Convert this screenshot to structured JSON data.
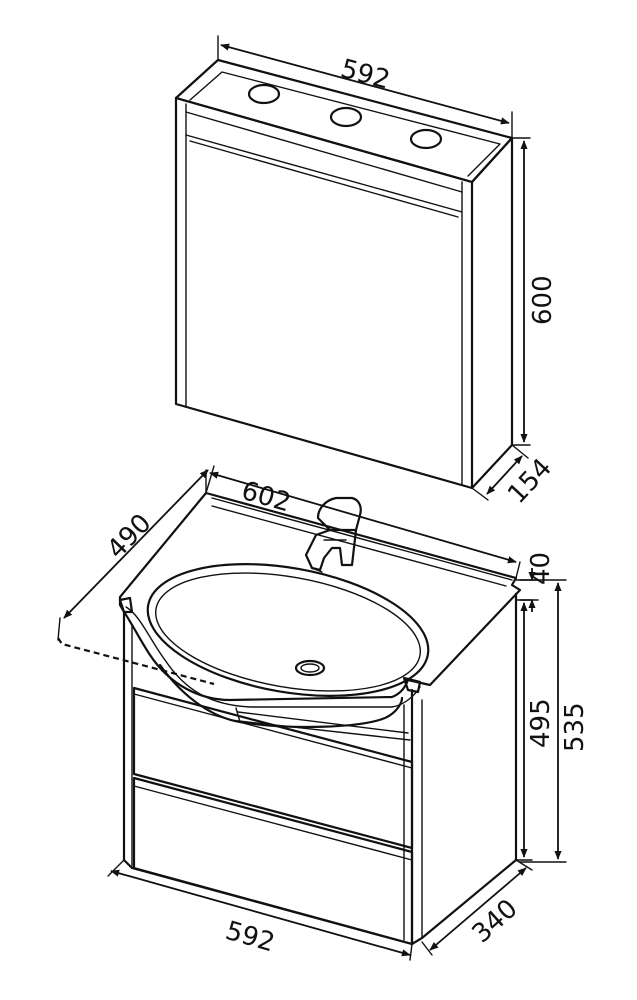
{
  "diagram": {
    "dimensions": {
      "cabinet_width": "592",
      "cabinet_height": "600",
      "cabinet_depth": "154",
      "basin_width": "602",
      "basin_depth": "490",
      "basin_thickness": "40",
      "vanity_body_height": "495",
      "vanity_total_height": "535",
      "vanity_width": "592",
      "vanity_depth": "340"
    },
    "line_color": "#111111",
    "background": "#ffffff"
  }
}
